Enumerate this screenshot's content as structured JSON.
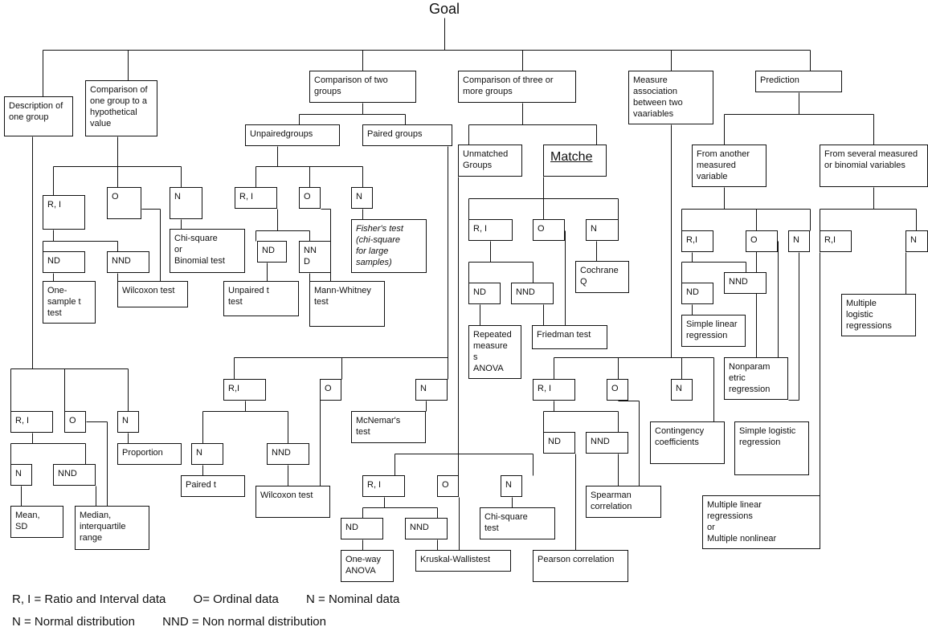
{
  "goal": "Goal",
  "nodes": {
    "desc": "Description of\none group",
    "comp1": "Comparison of\none group to a\nhypothetical\nvalue",
    "comp2": "Comparison of two\ngroups",
    "comp3": "Comparison of three or\nmore groups",
    "meas": "Measure\nassociation\nbetween two\nvaariables",
    "pred": "Prediction",
    "unp": "Unpairedgroups",
    "pair": "Paired groups",
    "unm": "Unmatched\nGroups",
    "mat": "Matche",
    "fa": "From another\nmeasured\nvariable",
    "fs": "From several measured\nor binomial variables",
    "c1_ri": "R, I",
    "c1_o": "O",
    "c1_n": "N",
    "c1_nd": "ND",
    "c1_nnd": "NND",
    "c1_onesample": "One-\nsample t\ntest",
    "c1_wilc": "Wilcoxon test",
    "c1_chi": "Chi-square\nor\nBinomial test",
    "u_ri": "R, I",
    "u_o": "O",
    "u_n": "N",
    "u_nd": "ND",
    "u_nnd": "NN\nD",
    "u_fisher": "Fisher's test\n(chi-square\nfor large\nsamples)",
    "u_unpt": "Unpaired t\ntest",
    "u_mw": "Mann-Whitney\ntest",
    "m_ri": "R, I",
    "m_o": "O",
    "m_n": "N",
    "m_nd": "ND",
    "m_nnd": "NND",
    "m_coch": "Cochrane\nQ",
    "m_rm": "Repeated\nmeasure\ns\nANOVA",
    "m_fried": "Friedman test",
    "fa_ri": "R,I",
    "fa_o": "O",
    "fa_n": "N",
    "fa_nd": "ND",
    "fa_nnd": "NND",
    "fa_slr": "Simple linear\nregression",
    "fa_np": "Nonparam\netric\nregression",
    "fa_slog": "Simple logistic\nregression",
    "fs_ri": "R,I",
    "fs_n": "N",
    "fs_mlog": "Multiple\nlogistic\nregressions",
    "fs_mlin": "Multiple linear\nregressions\nor\nMultiple nonlinear",
    "d_ri": "R, I",
    "d_o": "O",
    "d_n": "N",
    "d_prop": "Proportion",
    "d_nd": "N",
    "d_nnd": "NND",
    "d_mean": "Mean,\nSD",
    "d_median": "Median,\ninterquartile\nrange",
    "p_ri": "R,I",
    "p_o": "O",
    "p_n": "N",
    "p_mcn": "McNemar's\ntest",
    "p_nd": "N",
    "p_nnd": "NND",
    "p_pt": "Paired t",
    "p_wilc": "Wilcoxon test",
    "um_ri": "R, I",
    "um_o": "O",
    "um_n": "N",
    "um_chi": "Chi-square\ntest",
    "um_nd": "ND",
    "um_nnd": "NND",
    "um_anova": "One-way\nANOVA",
    "um_kw": "Kruskal-Wallistest",
    "a_ri": "R, I",
    "a_o": "O",
    "a_n": "N",
    "a_cont": "Contingency\ncoefficients",
    "a_nd": "ND",
    "a_nnd": "NND",
    "a_spear": "Spearman\ncorrelation",
    "a_pear": "Pearson correlation"
  },
  "legend": {
    "line1": [
      "R, I = Ratio and Interval data",
      "O= Ordinal data",
      "N = Nominal data"
    ],
    "line2": [
      "N = Normal distribution",
      "NND = Non normal distribution"
    ]
  }
}
